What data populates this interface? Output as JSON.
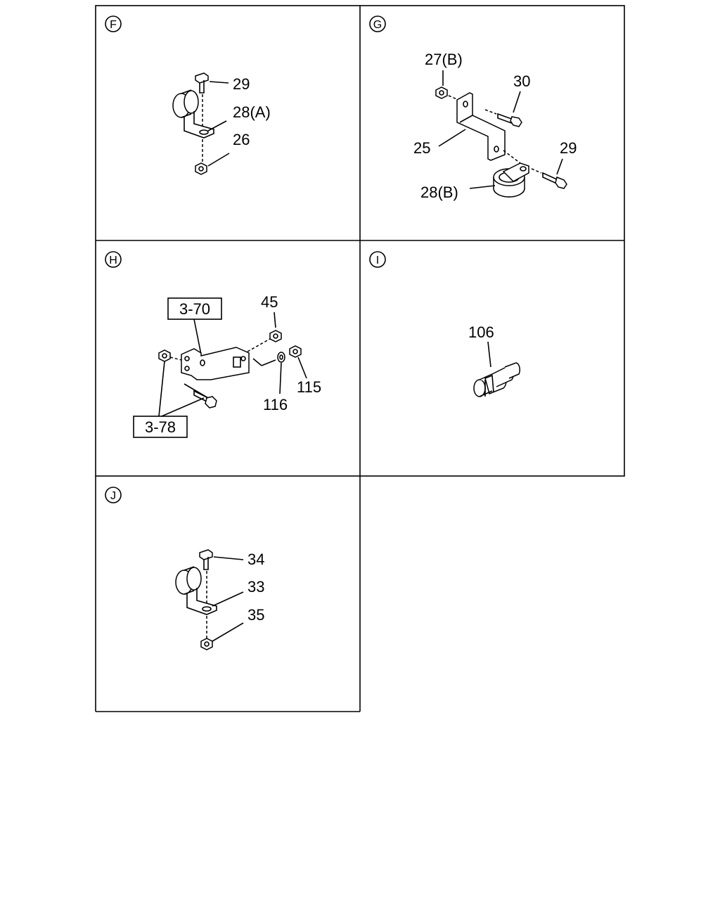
{
  "panels": [
    {
      "id": "F",
      "callouts": [
        "29",
        "28(A)",
        "26"
      ]
    },
    {
      "id": "G",
      "callouts": [
        "27(B)",
        "30",
        "25",
        "29",
        "28(B)"
      ]
    },
    {
      "id": "H",
      "callouts": [
        "3-70",
        "45",
        "115",
        "116",
        "3-78"
      ]
    },
    {
      "id": "I",
      "callouts": [
        "106"
      ]
    },
    {
      "id": "J",
      "callouts": [
        "34",
        "33",
        "35"
      ]
    }
  ]
}
